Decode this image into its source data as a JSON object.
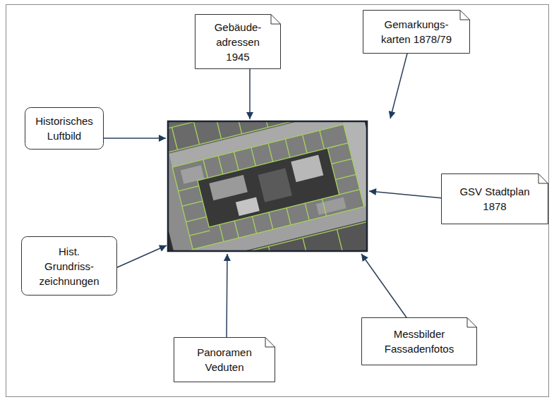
{
  "diagram": {
    "nodes": [
      {
        "text": [
          "Gebäude- adressen 1945"
        ]
      },
      {
        "text": [
          "Gemarkungs- karten 1878/79"
        ]
      },
      {
        "text": [
          "Historisches Luftbild"
        ]
      },
      {
        "text": [
          "GSV Stadtplan 1878"
        ]
      },
      {
        "text": [
          "Hist. Grundriss- zeichnungen"
        ]
      },
      {
        "text": [
          "Messbilder Fassadenfotos"
        ]
      },
      {
        "text": [
          "Panoramen Veduten"
        ]
      }
    ]
  }
}
